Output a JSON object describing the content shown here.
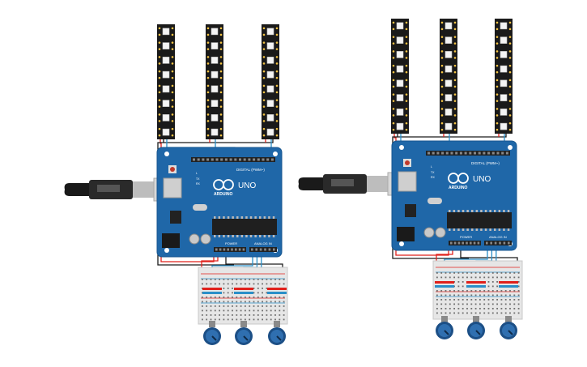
{
  "circuits": [
    {
      "id": "left",
      "board": {
        "brand": "ARDUINO",
        "model": "UNO",
        "header_digital": "DIGITAL (PWM~)",
        "header_power": "POWER",
        "header_analog": "ANALOG IN",
        "tx_label": "TX",
        "rx_label": "RX",
        "l_label": "L"
      },
      "led_strip_count": 3,
      "leds_per_strip": 8,
      "potentiometer_count": 3
    },
    {
      "id": "right",
      "board": {
        "brand": "ARDUINO",
        "model": "UNO",
        "header_digital": "DIGITAL (PWM~)",
        "header_power": "POWER",
        "header_analog": "ANALOG IN",
        "tx_label": "TX",
        "rx_label": "RX",
        "l_label": "L"
      },
      "led_strip_count": 3,
      "leds_per_strip": 8,
      "potentiometer_count": 3
    }
  ],
  "colors": {
    "board": "#1f67a8",
    "board_dark": "#17568f",
    "wire_red": "#e0201b",
    "wire_black": "#1b1b1b",
    "wire_blue": "#2a8fc8",
    "strip_body": "#1a1a1a",
    "breadboard": "#e6e6e6",
    "pot_blue": "#2f6fb0"
  },
  "icons": [
    "usb-cable-icon",
    "potentiometer-knob-icon",
    "led-strip-icon"
  ]
}
